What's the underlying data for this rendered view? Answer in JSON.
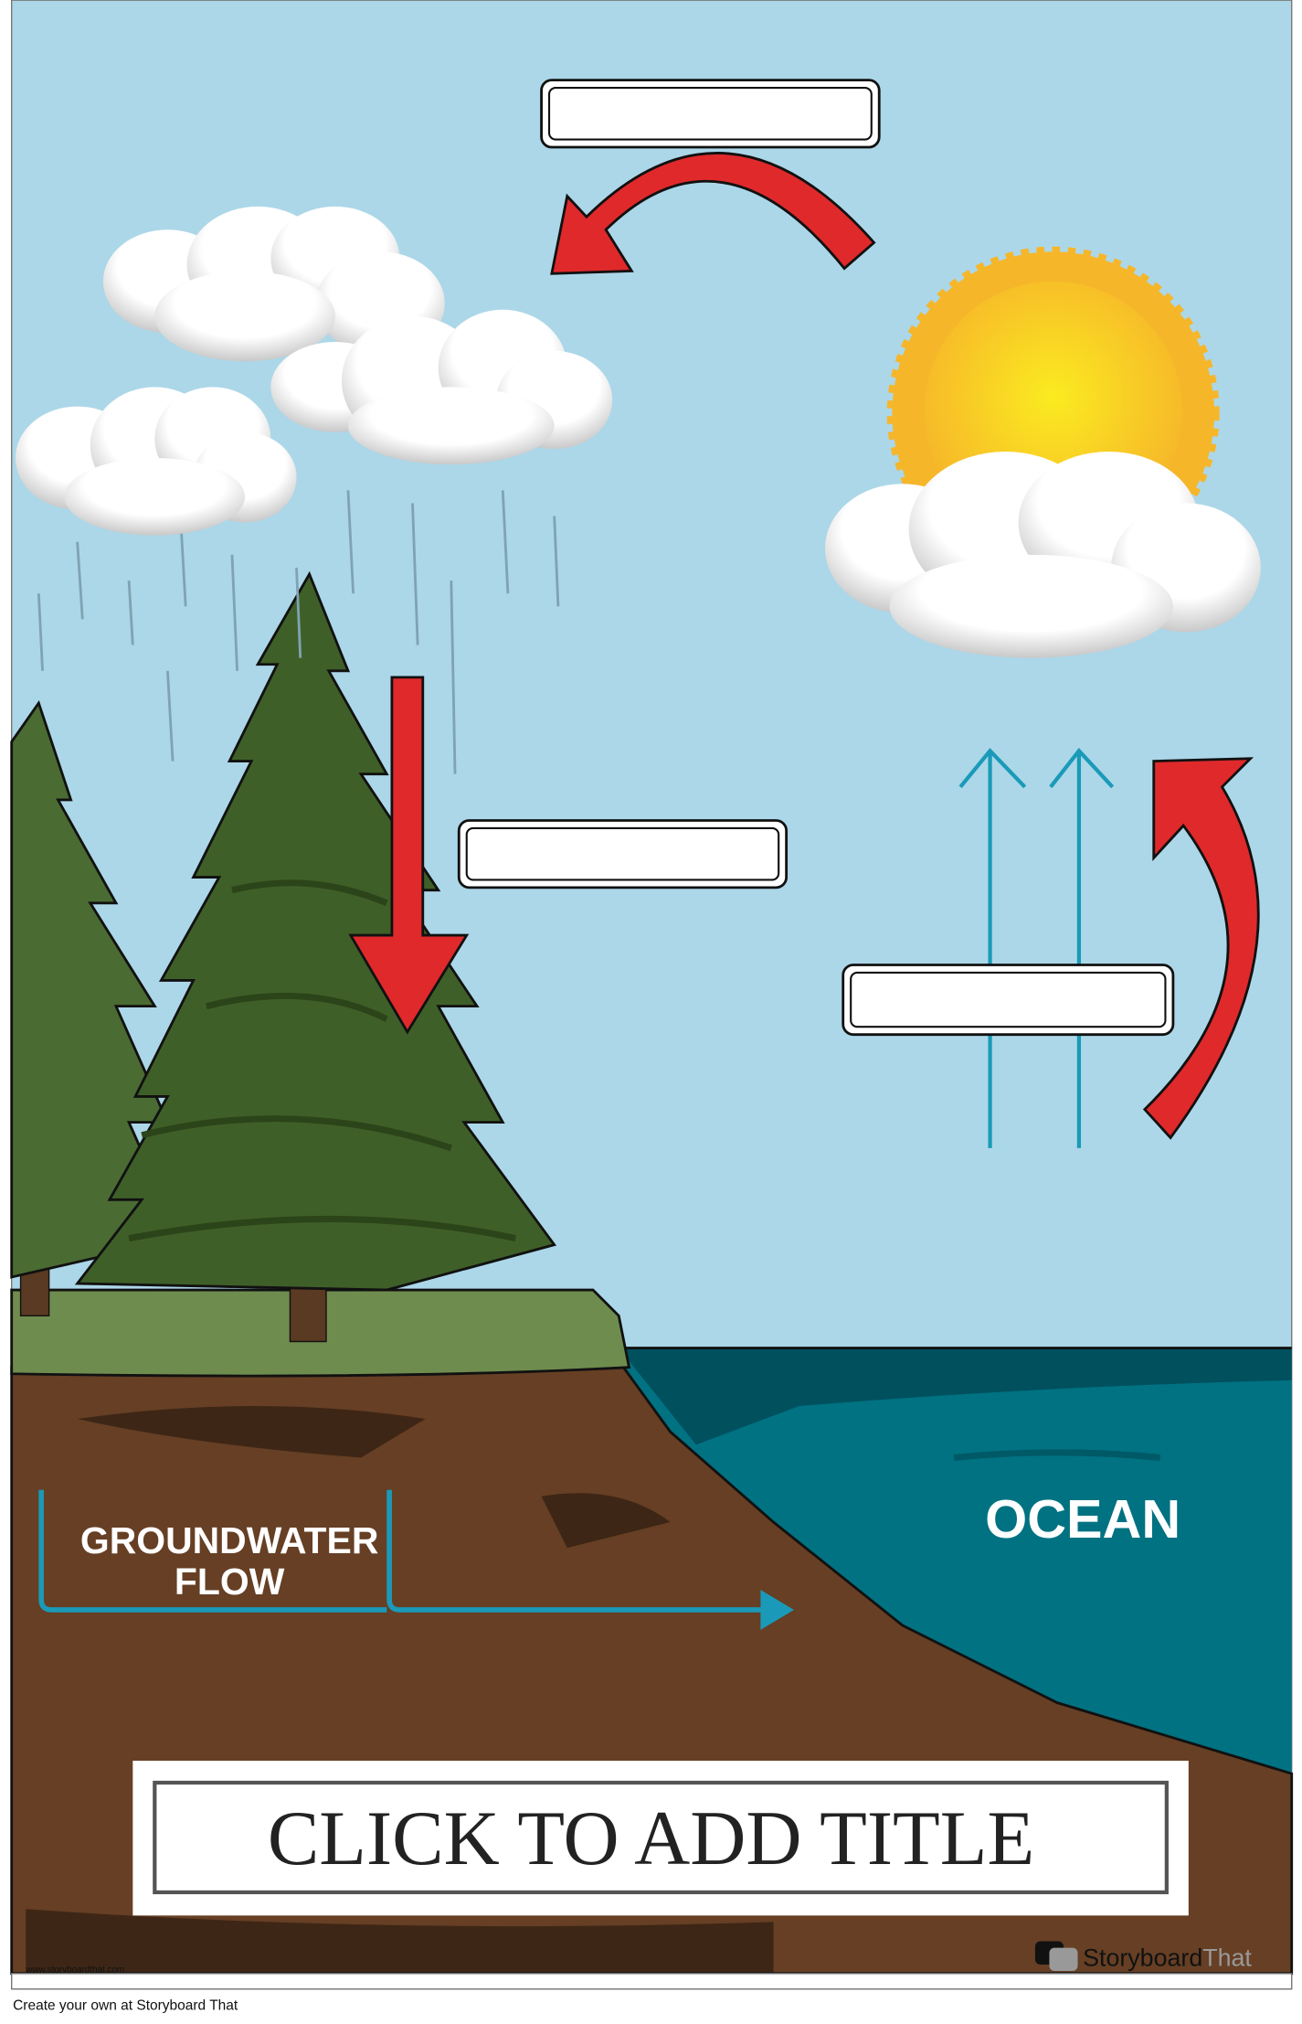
{
  "poster": {
    "title_placeholder": "CLICK TO ADD TITLE",
    "groundwater_label_line1": "GROUNDWATER",
    "groundwater_label_line2": "FLOW",
    "ocean_label": "OCEAN",
    "label_boxes": [
      "",
      "",
      ""
    ],
    "watermark": "www.storyboardthat.com",
    "logo_text_dark": "Storyboard",
    "logo_text_light": "That"
  },
  "footer": {
    "text": "Create your own at Storyboard That"
  },
  "colors": {
    "sky": "#acd7e8",
    "ocean": "#007282",
    "soil": "#663f24",
    "grass": "#6f8c4f",
    "arrow": "#e0292b",
    "tree": "#3f5f28",
    "sun": "#f9d21e",
    "flow": "#1a9ab8"
  }
}
